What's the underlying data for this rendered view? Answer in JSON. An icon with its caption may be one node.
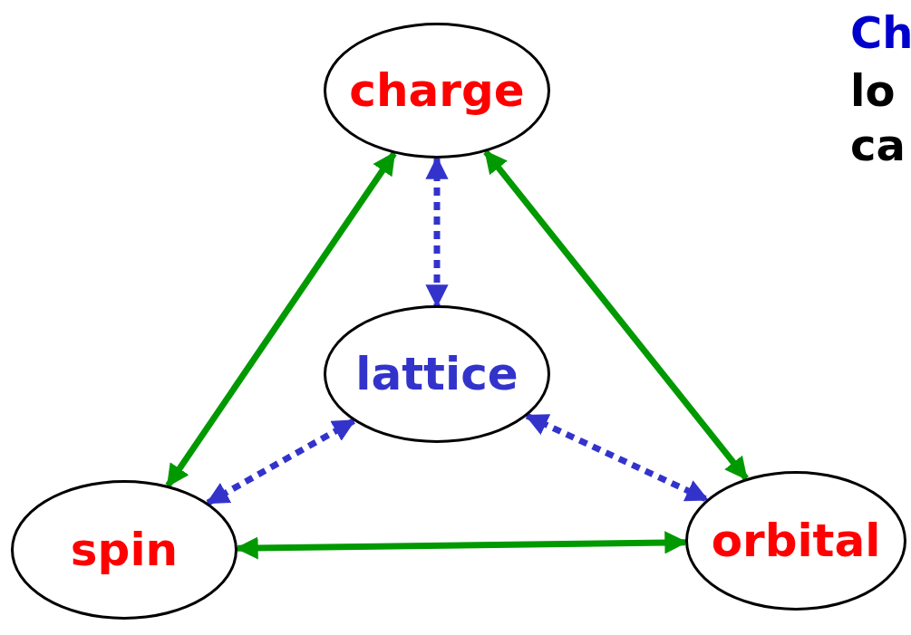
{
  "diagram": {
    "nodes": [
      {
        "text": [
          "charge"
        ]
      },
      {
        "text": [
          "lattice"
        ]
      },
      {
        "text": [
          "spin"
        ]
      },
      {
        "text": [
          "orbital"
        ]
      }
    ],
    "edges": [
      {
        "from": 0,
        "to": 2,
        "arrow": "both"
      },
      {
        "from": 0,
        "to": 1,
        "arrow": "both",
        "style": "dashed",
        "color": "#3333cc"
      },
      {
        "from": 0,
        "to": 3,
        "arrow": "both"
      },
      {
        "from": 1,
        "to": 2,
        "arrow": "both",
        "style": "dashed",
        "color": "#3333cc"
      },
      {
        "from": 1,
        "to": 3,
        "arrow": "both",
        "style": "dashed",
        "color": "#3333cc"
      },
      {
        "from": 2,
        "to": 3,
        "arrow": "both"
      }
    ],
    "labels": [
      "Ch",
      "lo",
      "ca"
    ]
  }
}
